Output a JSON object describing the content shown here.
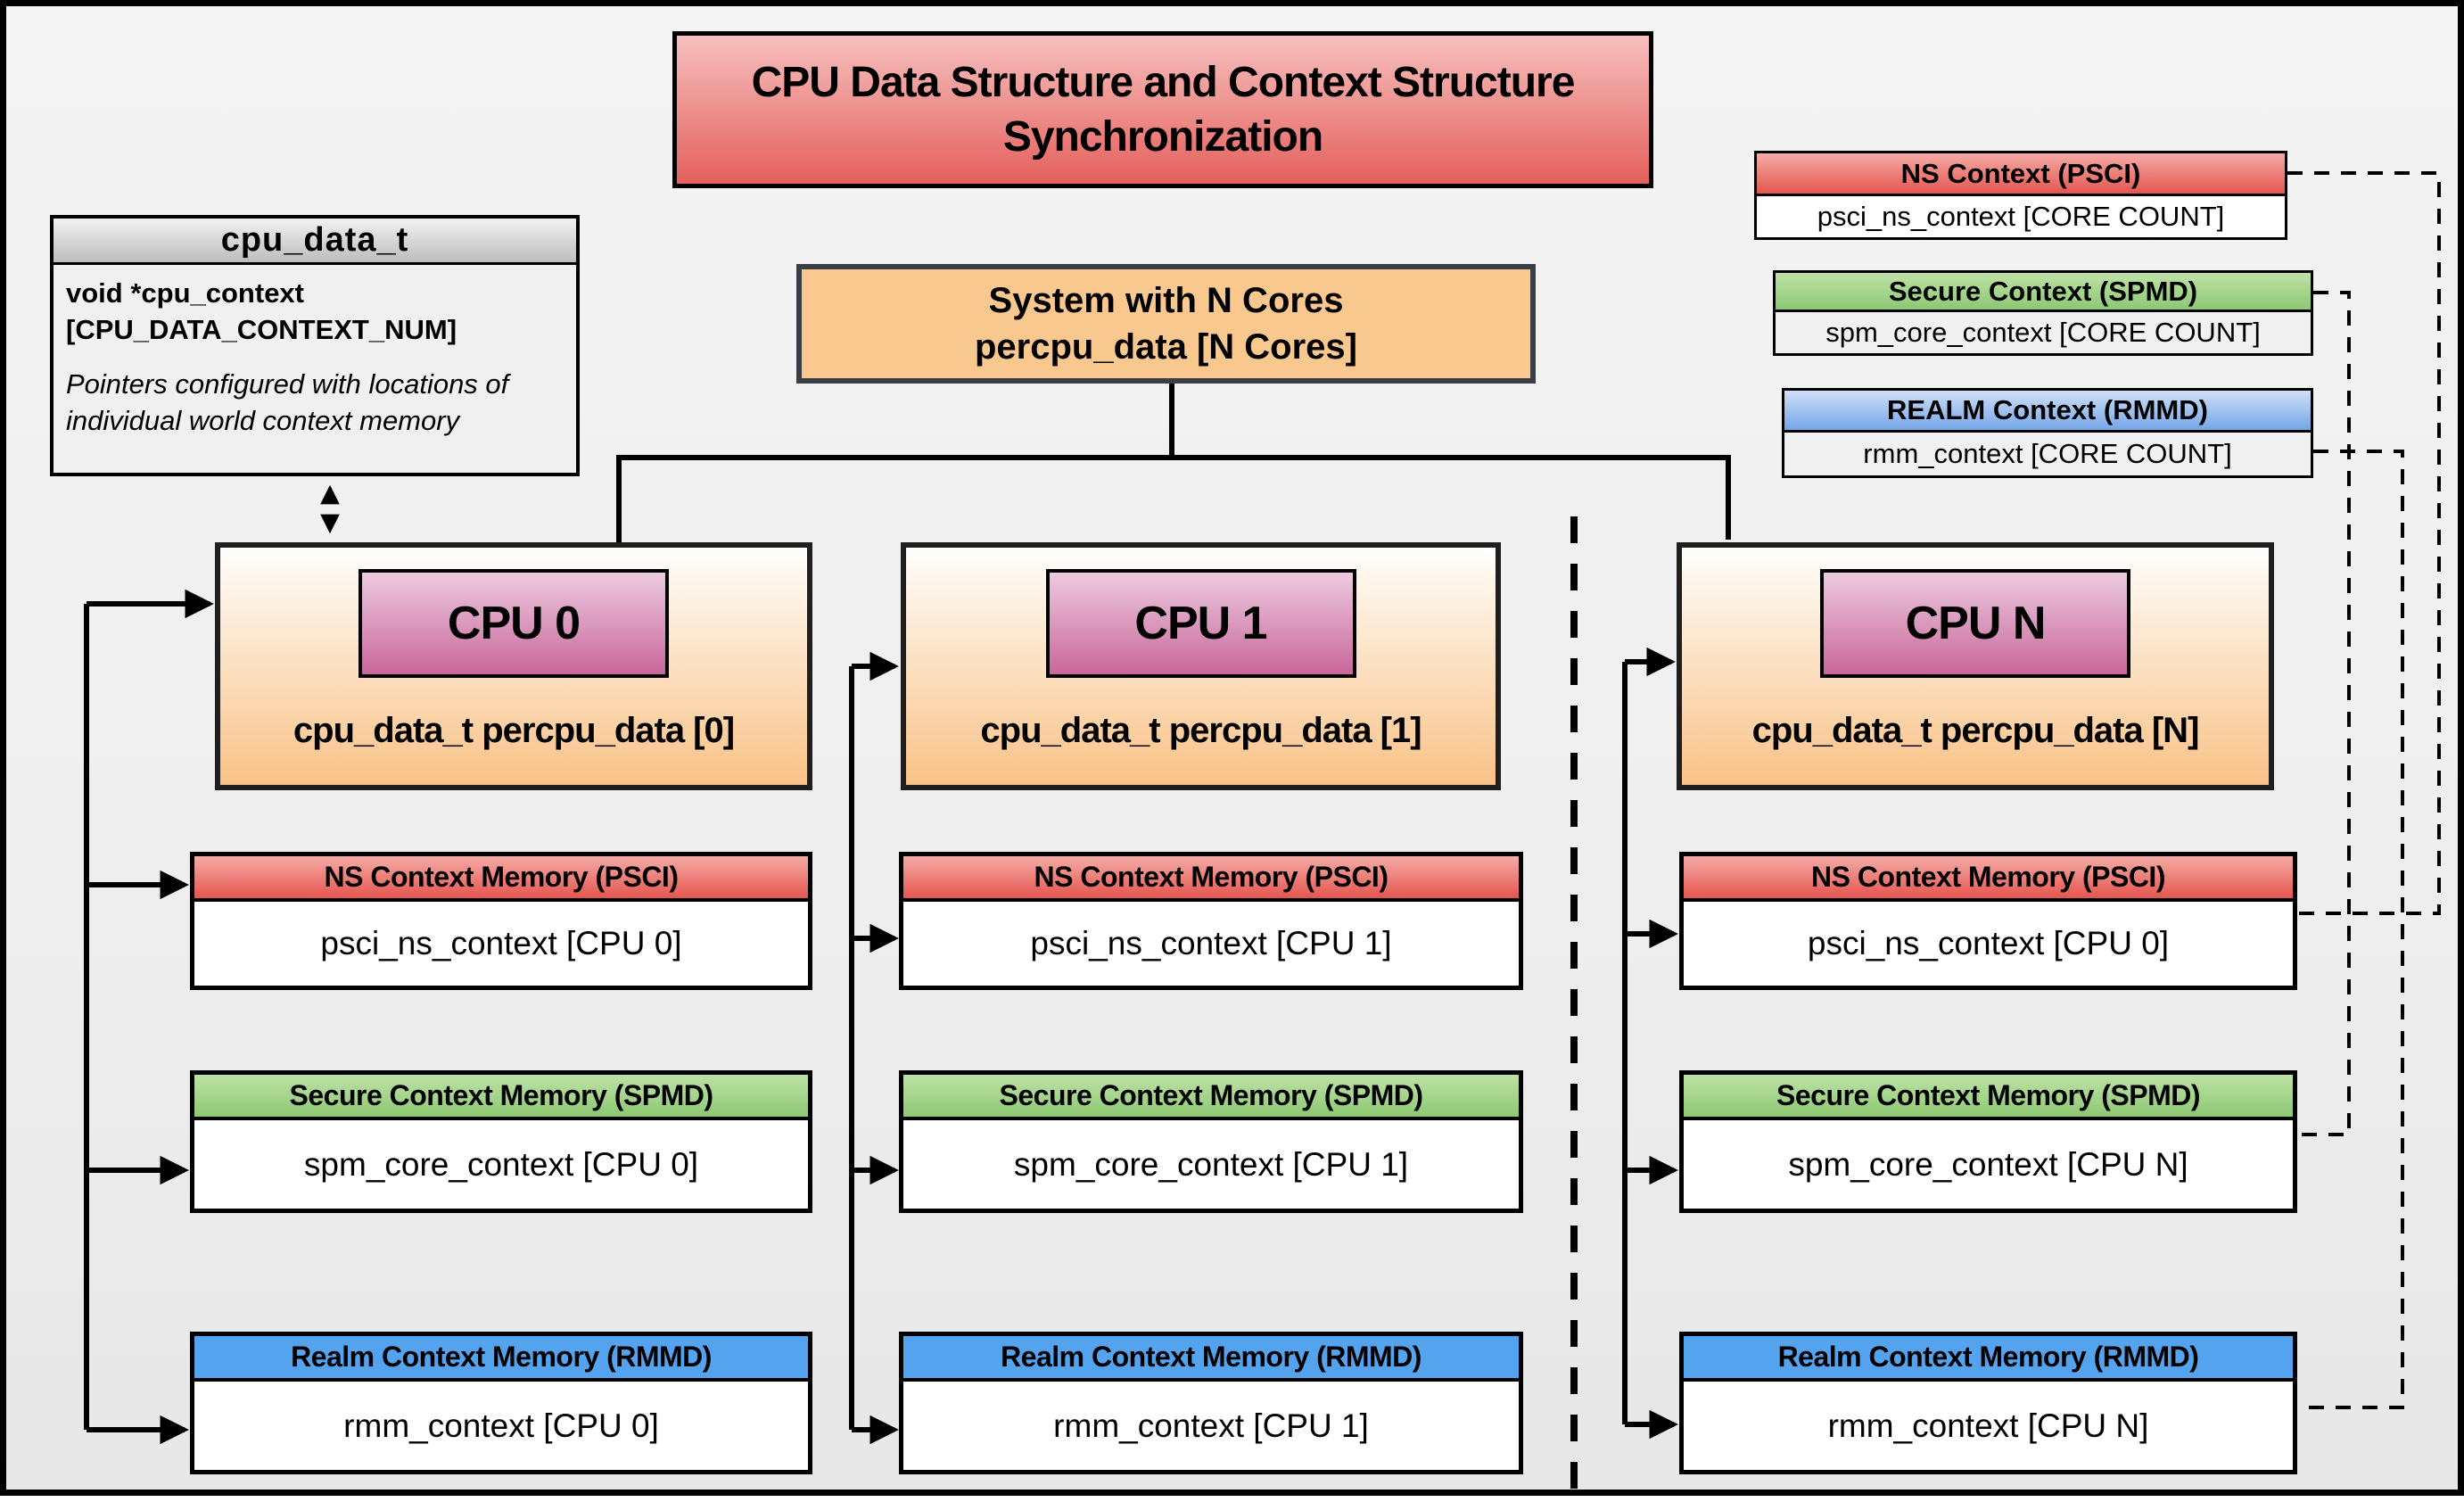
{
  "title": "CPU Data Structure and Context Structure Synchronization",
  "cpu_data_t_box": {
    "header": "cpu_data_t",
    "field": "void *cpu_context [CPU_DATA_CONTEXT_NUM]",
    "note": "Pointers configured with locations of individual world context memory"
  },
  "system_box": {
    "line1": "System with N Cores",
    "line2": "percpu_data [N Cores]"
  },
  "legend": [
    {
      "header": "NS Context (PSCI)",
      "body": "psci_ns_context [CORE COUNT]"
    },
    {
      "header": "Secure Context (SPMD)",
      "body": "spm_core_context [CORE COUNT]"
    },
    {
      "header": "REALM Context (RMMD)",
      "body": "rmm_context [CORE COUNT]"
    }
  ],
  "cpus": [
    {
      "label": "CPU 0",
      "data_row": "cpu_data_t percpu_data [0]",
      "ns": {
        "header": "NS Context Memory (PSCI)",
        "body": "psci_ns_context [CPU 0]"
      },
      "secure": {
        "header": "Secure Context Memory (SPMD)",
        "body": "spm_core_context [CPU 0]"
      },
      "realm": {
        "header": "Realm Context Memory (RMMD)",
        "body": "rmm_context [CPU 0]"
      }
    },
    {
      "label": "CPU 1",
      "data_row": "cpu_data_t percpu_data [1]",
      "ns": {
        "header": "NS Context Memory (PSCI)",
        "body": "psci_ns_context [CPU 1]"
      },
      "secure": {
        "header": "Secure Context Memory (SPMD)",
        "body": "spm_core_context [CPU 1]"
      },
      "realm": {
        "header": "Realm Context Memory (RMMD)",
        "body": "rmm_context [CPU 1]"
      }
    },
    {
      "label": "CPU N",
      "data_row": "cpu_data_t percpu_data [N]",
      "ns": {
        "header": "NS Context Memory (PSCI)",
        "body": "psci_ns_context [CPU 0]"
      },
      "secure": {
        "header": "Secure Context Memory (SPMD)",
        "body": "spm_core_context [CPU N]"
      },
      "realm": {
        "header": "Realm Context Memory (RMMD)",
        "body": "rmm_context [CPU N]"
      }
    }
  ],
  "colors": {
    "title_grad_top": "#f6c0be",
    "title_grad_bottom": "#e4605c",
    "gray_header_top": "#f2f2f2",
    "gray_header_bottom": "#bdbdbd",
    "system_bg": "#f9c88f",
    "cpu_grad_top": "#fffefc",
    "cpu_grad_bottom": "#f9c287",
    "cpu_label_top": "#eccadf",
    "cpu_label_bottom": "#c9679a",
    "red_top": "#f5aba6",
    "red_bottom": "#e4564f",
    "green_top": "#bfe2a6",
    "green_bottom": "#8cc873",
    "blue": "#54a3ef",
    "blue_top": "#cfdff6",
    "blue_bottom": "#74a6e8"
  }
}
